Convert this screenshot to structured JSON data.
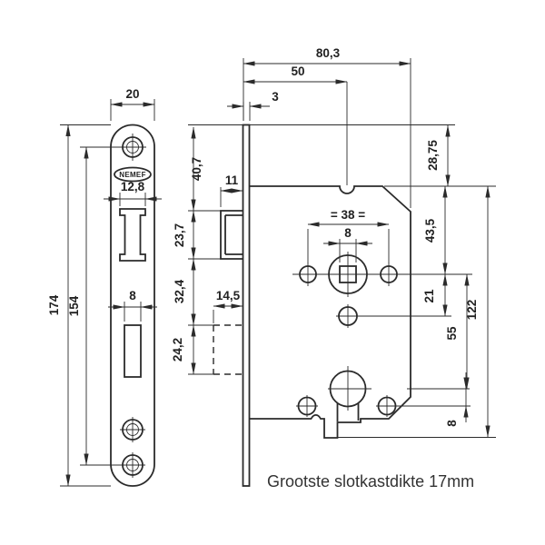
{
  "drawing": {
    "brand": "NEMEF",
    "note": "Grootste slotkastdikte 17mm",
    "colors": {
      "line": "#2b2b2b",
      "background": "#ffffff"
    },
    "front_view": {
      "label": "faceplate-front-view",
      "dims": {
        "plate_width": "20",
        "latch_width": "12,8",
        "slot_width": "8",
        "plate_length": "174",
        "hole_spacing": "154"
      }
    },
    "side_view": {
      "label": "lock-case-side-view",
      "dims": {
        "case_depth": "80,3",
        "backset": "50",
        "faceplate_thickness": "3",
        "plate_to_case_top": "28,75",
        "top_to_latch": "40,7",
        "latch_height": "23,7",
        "latch_to_bolt": "32,4",
        "bolt_height": "24,2",
        "latch_throw": "11",
        "bolt_throw": "14,5",
        "screw_spacing": "= 38 =",
        "spindle_square": "8",
        "case_top_to_spindle": "43,5",
        "spindle_to_hole": "21",
        "spindle_to_cylinder": "55",
        "case_height": "122",
        "cylinder_to_edge": "8"
      }
    }
  }
}
